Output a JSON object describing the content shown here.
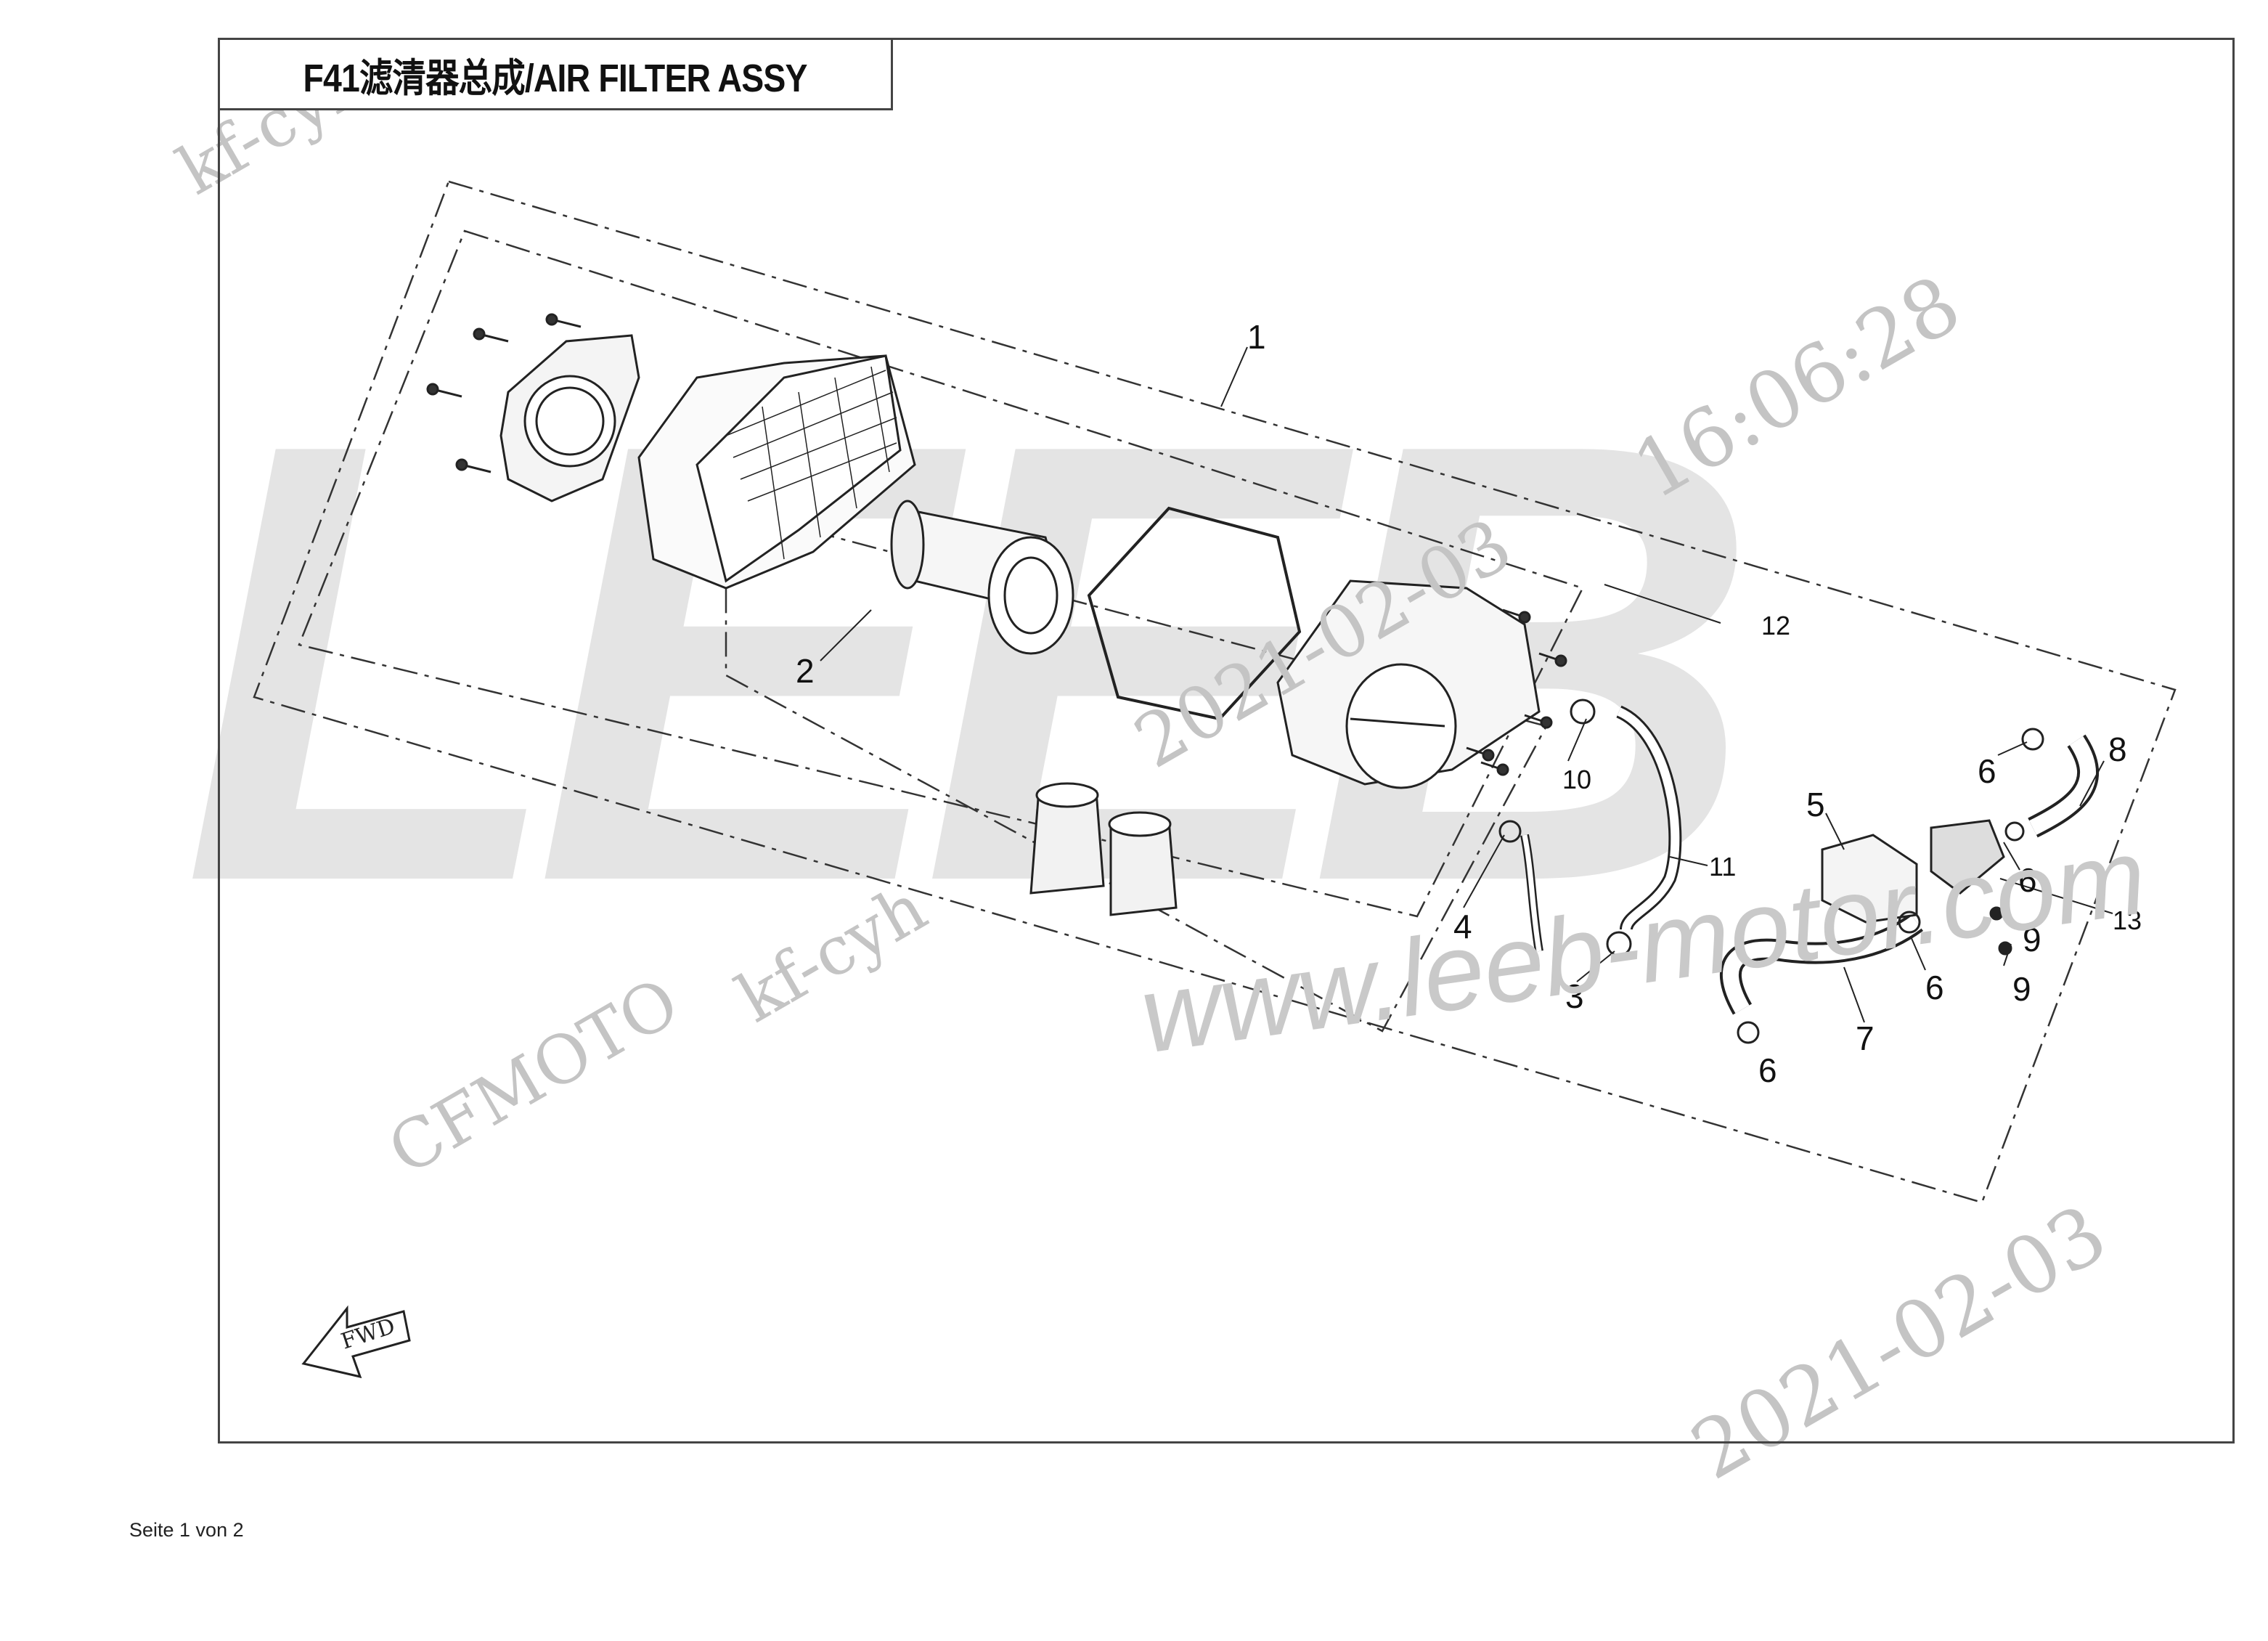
{
  "title": "F41滤清器总成/AIR FILTER ASSY",
  "footer": "Seite 1 von 2",
  "watermarks": {
    "brand": "LEEB",
    "url": "www.leeb-motor.com",
    "maker": "CFMOTO",
    "user_1": "kf-cyh",
    "user_2": "kf-cyh",
    "time": "16:06:28",
    "date_1": "2021-02-03",
    "date_2": "2021-02-03"
  },
  "fwd_label": "FWD",
  "callouts": {
    "c1": "1",
    "c2": "2",
    "c3": "3",
    "c4": "4",
    "c5": "5",
    "c6a": "6",
    "c6b": "6",
    "c6c": "6",
    "c6d": "6",
    "c7": "7",
    "c8": "8",
    "c9a": "9",
    "c9b": "9",
    "c10": "10",
    "c11": "11",
    "c12": "12",
    "c13": "13"
  },
  "colors": {
    "line": "#222222",
    "watermark": "#e4e4e4"
  }
}
